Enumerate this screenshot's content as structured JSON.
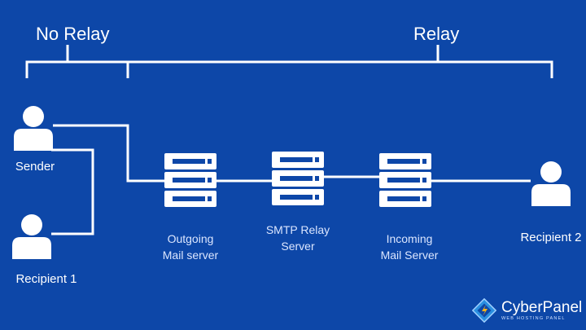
{
  "brackets": {
    "no_relay": "No Relay",
    "relay": "Relay"
  },
  "nodes": {
    "sender": "Sender",
    "recipient1": "Recipient 1",
    "recipient2": "Recipient 2",
    "outgoing_line1": "Outgoing",
    "outgoing_line2": "Mail server",
    "relay_line1": "SMTP Relay",
    "relay_line2": "Server",
    "incoming_line1": "Incoming",
    "incoming_line2": "Mail Server"
  },
  "logo": {
    "name": "CyberPanel",
    "tagline": "WEB HOSTING PANEL"
  },
  "colors": {
    "background": "#0d47a8",
    "foreground": "#ffffff",
    "server_slot": "#0d47a8"
  },
  "icons": {
    "person": "person-icon",
    "server": "server-icon",
    "logo": "cyberpanel-logo-icon"
  }
}
